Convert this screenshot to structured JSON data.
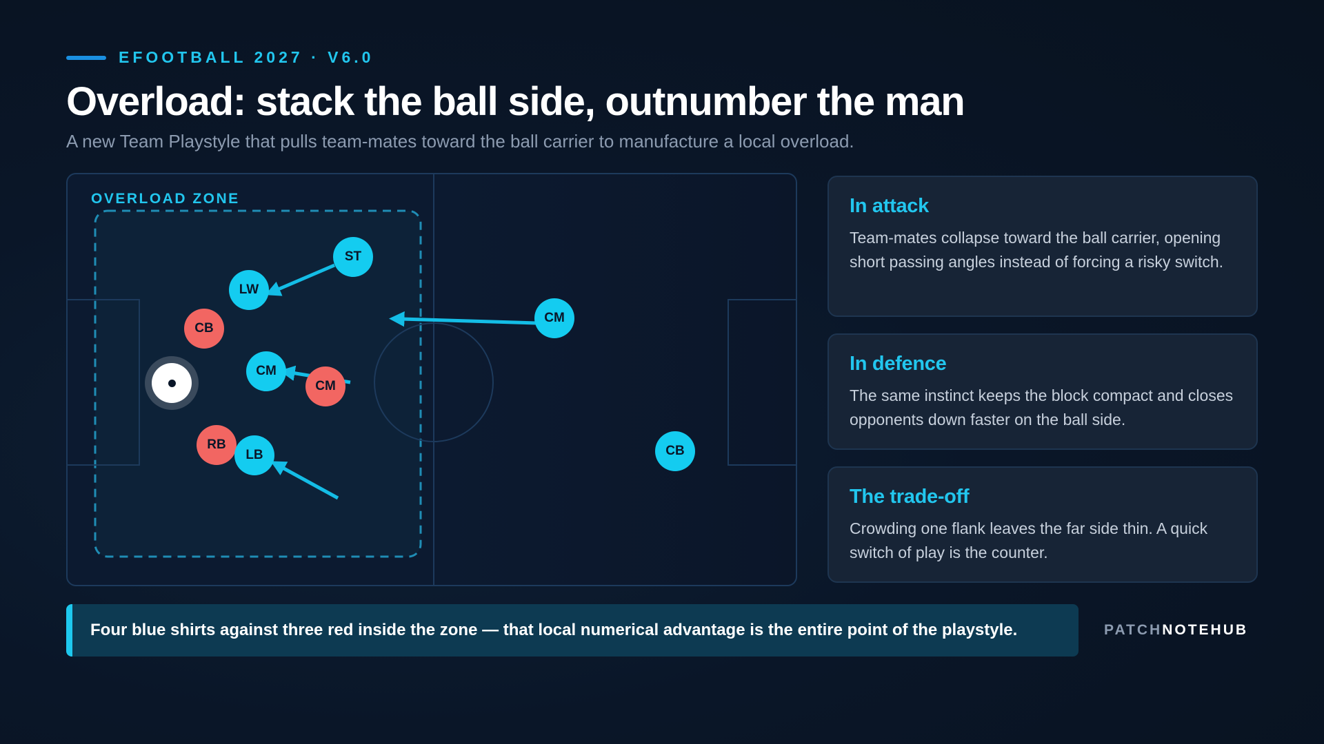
{
  "header": {
    "kicker": "EFOOTBALL 2027 · V6.0",
    "title": "Overload: stack the ball side, outnumber the man",
    "subtitle": "A new Team Playstyle that pulls team-mates toward the ball carrier to manufacture a local overload."
  },
  "diagram": {
    "zone_label": "OVERLOAD ZONE",
    "blue_players": [
      "ST",
      "LW",
      "CM",
      "CM",
      "LB",
      "CB"
    ],
    "red_players": [
      "CB",
      "CM",
      "RB"
    ]
  },
  "cards": [
    {
      "title": "In attack",
      "body": "Team-mates collapse toward the ball carrier, opening short passing angles instead of forcing a risky switch."
    },
    {
      "title": "In defence",
      "body": "The same instinct keeps the block compact and closes opponents down faster on the ball side."
    },
    {
      "title": "The trade-off",
      "body": "Crowding one flank leaves the far side thin. A quick switch of play is the counter."
    }
  ],
  "callout": "Four blue shirts against three red inside the zone — that local numerical advantage is the entire point of the playstyle.",
  "brand": {
    "part1": "PATCH",
    "part2": "NOTEHUB"
  },
  "colors": {
    "accent": "#22c6ee",
    "blue_team": "#14ccf0",
    "red_team": "#f26662",
    "background": "#0a1628",
    "card": "#172436"
  }
}
